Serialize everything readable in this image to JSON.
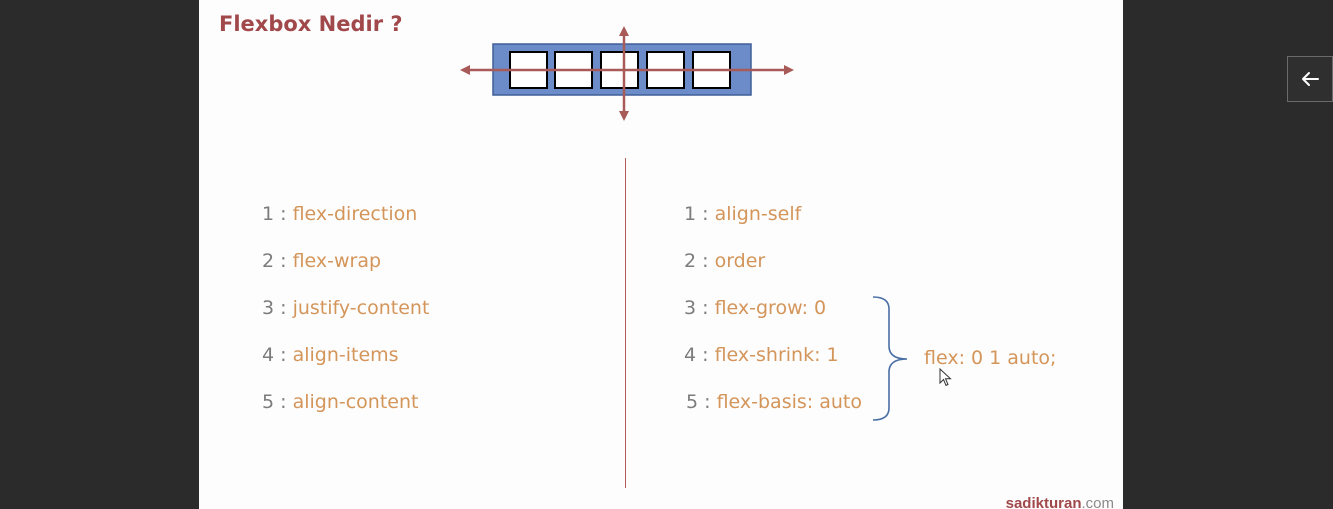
{
  "slide": {
    "title": "Flexbox Nedir ?",
    "left_list": [
      {
        "num": "1 :",
        "prop": "flex-direction"
      },
      {
        "num": "2 :",
        "prop": "flex-wrap"
      },
      {
        "num": "3 :",
        "prop": "justify-content"
      },
      {
        "num": "4 :",
        "prop": "align-items"
      },
      {
        "num": "5 :",
        "prop": "align-content"
      }
    ],
    "right_list": [
      {
        "num": "1 :",
        "prop": "align-self"
      },
      {
        "num": "2 :",
        "prop": "order"
      },
      {
        "num": "3 :",
        "prop": "flex-grow: 0"
      },
      {
        "num": "4 :",
        "prop": "flex-shrink: 1"
      },
      {
        "num": "5 :",
        "prop": "flex-basis: auto"
      }
    ],
    "shorthand": "flex: 0 1 auto;",
    "watermark": {
      "name": "sadikturan",
      "suffix": ".com"
    },
    "colors": {
      "title": "#a0484a",
      "property": "#d4955a",
      "number": "#7c7c7c",
      "container": "#6b8cc8",
      "arrow": "#a85a58",
      "brace": "#4a6fa5"
    }
  },
  "toolbar": {
    "back_icon": "arrow-left-icon"
  }
}
